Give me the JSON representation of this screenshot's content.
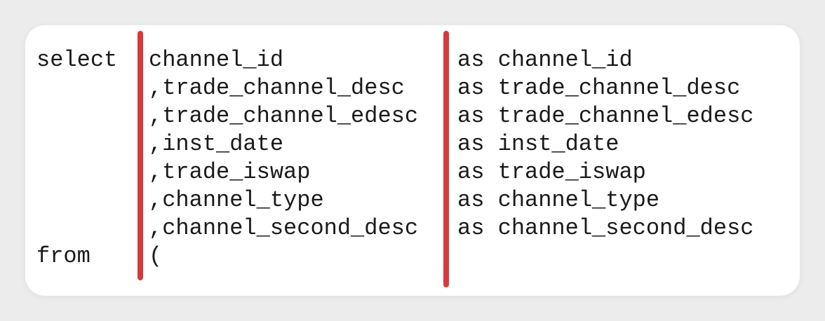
{
  "code": {
    "keywords": {
      "select": "select",
      "from": "from"
    },
    "columns": [
      "channel_id",
      ",trade_channel_desc",
      ",trade_channel_edesc",
      ",inst_date",
      ",trade_iswap",
      ",channel_type",
      ",channel_second_desc",
      "("
    ],
    "aliases": [
      "as channel_id",
      "as trade_channel_desc",
      "as trade_channel_edesc",
      "as inst_date",
      "as trade_iswap",
      "as channel_type",
      "as channel_second_desc"
    ]
  },
  "colors": {
    "marker": "#d63a3a",
    "text": "#1a1a1a",
    "card": "#ffffff",
    "background": "#ececec"
  }
}
